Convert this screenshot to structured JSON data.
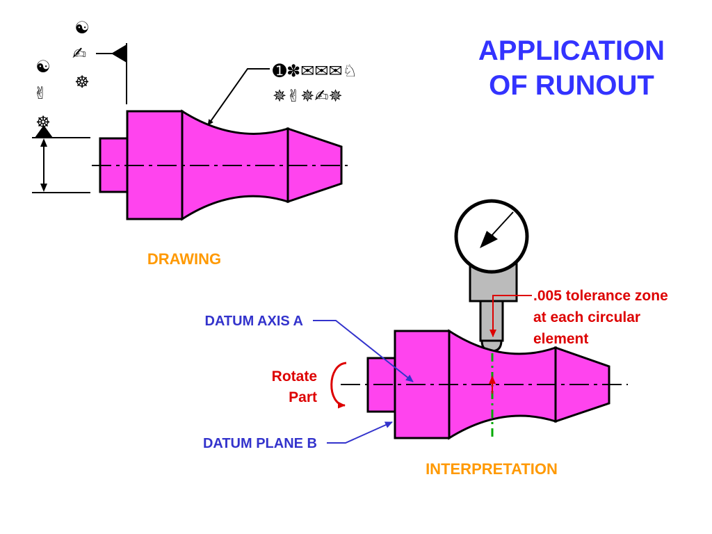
{
  "title": {
    "line1": "APPLICATION",
    "line2": "OF RUNOUT"
  },
  "drawing": {
    "label": "DRAWING",
    "fcf_row1": "➊✽✉✉✉♘",
    "fcf_row2": "✵✌✵✍✵",
    "datum_symbols": {
      "top_yin": "☯",
      "top_hand": "✍",
      "top_wheel": "☸",
      "left_yin": "☯",
      "left_hand": "✌",
      "left_wheel": "☸"
    }
  },
  "interpretation": {
    "label": "INTERPRETATION",
    "datum_axis": "DATUM AXIS A",
    "datum_plane": "DATUM PLANE B",
    "rotate_line1": "Rotate",
    "rotate_line2": "Part",
    "tolerance_line1": ".005 tolerance zone",
    "tolerance_line2": "at each circular",
    "tolerance_line3": "element"
  },
  "colors": {
    "title": "#3333ff",
    "orange": "#ff9900",
    "blue": "#3333cc",
    "red": "#dd0000",
    "part_fill": "#ff44ee",
    "green": "#00aa00",
    "gauge_gray": "#bbbbbb"
  }
}
